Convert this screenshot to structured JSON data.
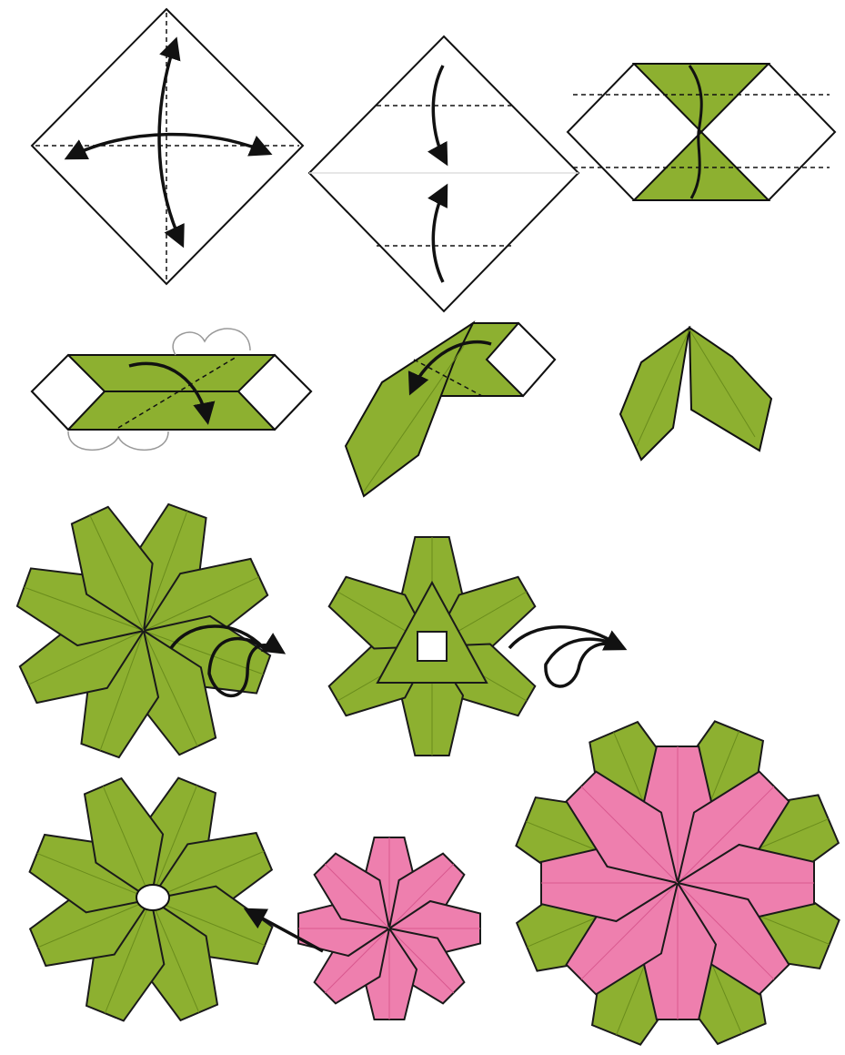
{
  "diagram": {
    "steps": [
      {
        "id": "step-1",
        "figure": "square-diagonal-creases"
      },
      {
        "id": "step-2",
        "figure": "square-valley-folds-to-center"
      },
      {
        "id": "step-3",
        "figure": "hexagon-folded-corners"
      },
      {
        "id": "step-4",
        "figure": "strip-fold-diagonally"
      },
      {
        "id": "step-5",
        "figure": "strip-folded-down"
      },
      {
        "id": "step-6",
        "figure": "two-leaf-unit"
      },
      {
        "id": "step-7",
        "figure": "eight-leaf-assembly-turn-over"
      },
      {
        "id": "step-8",
        "figure": "back-view-turn-over"
      },
      {
        "id": "step-9",
        "figure": "leaf-base-and-pink-flower-insert"
      },
      {
        "id": "step-10",
        "figure": "finished-flower"
      }
    ]
  },
  "colors": {
    "leaf_green": "#8db030",
    "leaf_green_light": "#a3c54a",
    "petal_pink": "#ee7fae",
    "petal_pink_dark": "#d9588f",
    "outline": "#1a1a1a",
    "paper_white": "#ffffff"
  }
}
